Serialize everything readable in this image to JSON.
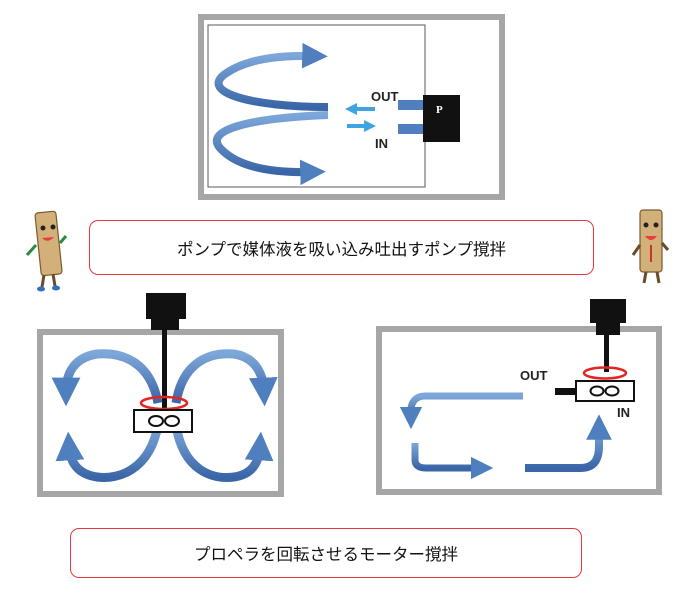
{
  "pump_diagram": {
    "out_label": "OUT",
    "in_label": "IN",
    "pump_label": "P"
  },
  "pump_caption": "ポンプで媒体液を吸い込み吐出すポンプ撹拌",
  "motor_pump_diagram": {
    "out_label": "OUT",
    "in_label": "IN"
  },
  "motor_caption": "プロペラを回転させるモーター撹拌",
  "colors": {
    "frame": "#a6a6a6",
    "flow_arrow": "#4f7fbf",
    "small_arrow": "#3fa3e0",
    "propeller_ring": "#e52424",
    "motor": "#111111",
    "caption_border": "#e8383d"
  }
}
